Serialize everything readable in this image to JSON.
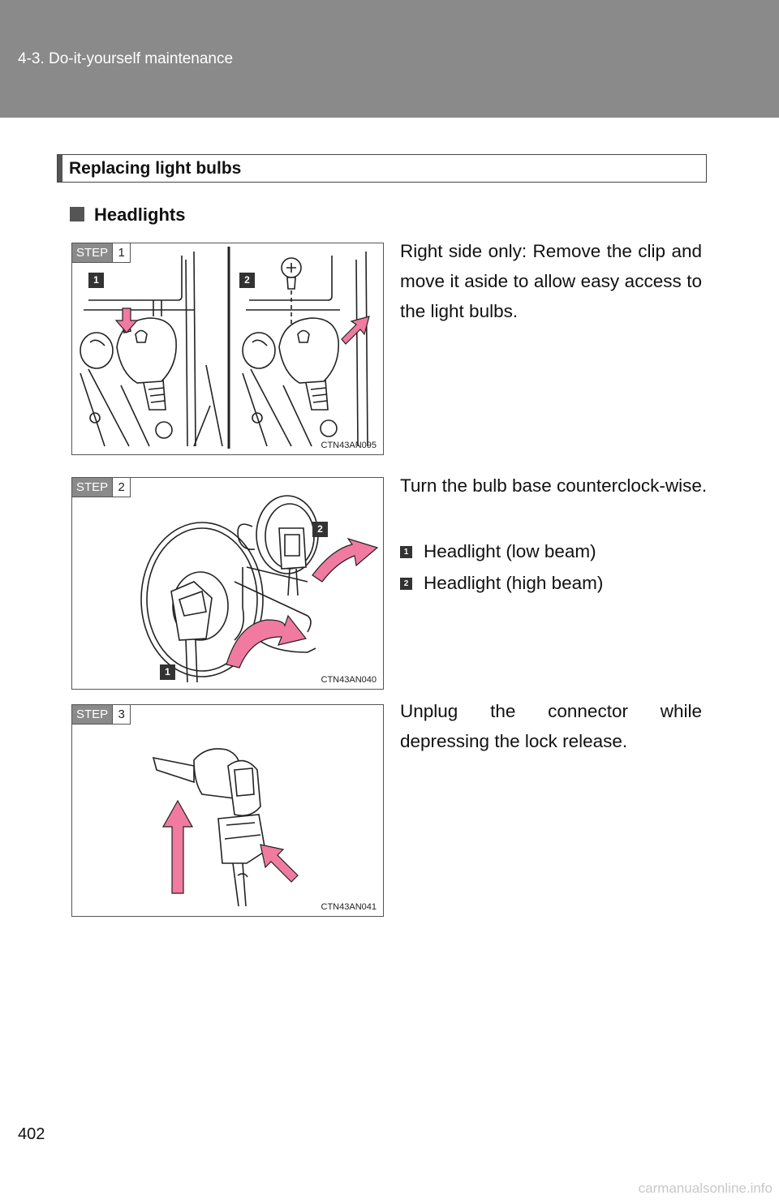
{
  "header": {
    "section": "4-3. Do-it-yourself maintenance"
  },
  "section_title": "Replacing light bulbs",
  "subheading": "Headlights",
  "steps": [
    {
      "step_label": "STEP",
      "step_number": "1",
      "figure_code": "CTN43AN095",
      "callouts": [
        "1",
        "2"
      ],
      "text": "Right side only: Remove the clip and move it aside to allow easy access to the light bulbs."
    },
    {
      "step_label": "STEP",
      "step_number": "2",
      "figure_code": "CTN43AN040",
      "callouts": [
        "2",
        "1"
      ],
      "text": "Turn the bulb base counterclock-wise.",
      "legend": [
        {
          "num": "1",
          "label": "Headlight (low beam)"
        },
        {
          "num": "2",
          "label": "Headlight (high beam)"
        }
      ]
    },
    {
      "step_label": "STEP",
      "step_number": "3",
      "figure_code": "CTN43AN041",
      "text": "Unplug the connector while depressing the lock release."
    }
  ],
  "page_number": "402",
  "watermark": "carmanualsonline.info",
  "colors": {
    "header_band": "#8a8a8a",
    "arrow_pink": "#f07aa0",
    "callout": "#333333"
  }
}
